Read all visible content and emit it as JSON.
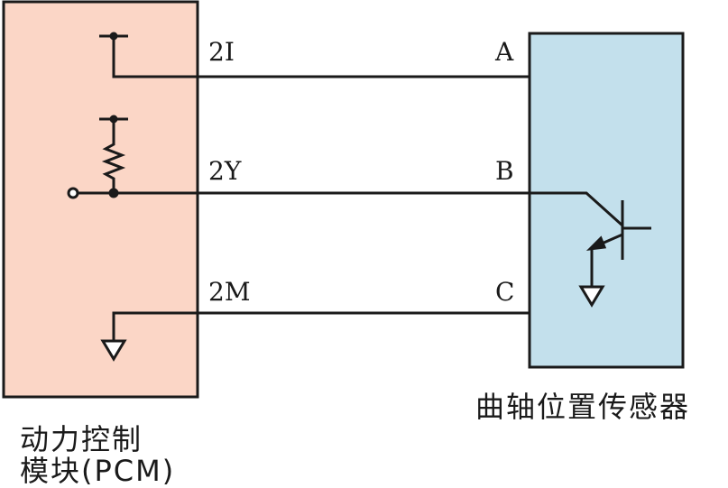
{
  "pcm": {
    "title_line1": "动力控制",
    "title_line2": "模块(PCM)",
    "fill_color": "#fbd6c6"
  },
  "sensor": {
    "title": "曲轴位置传感器",
    "fill_color": "#c3e0ec"
  },
  "wire_color": "#1a1a1a",
  "pins": {
    "pcm_2i": "2I",
    "pcm_2y": "2Y",
    "pcm_2m": "2M",
    "sensor_a": "A",
    "sensor_b": "B",
    "sensor_c": "C"
  }
}
